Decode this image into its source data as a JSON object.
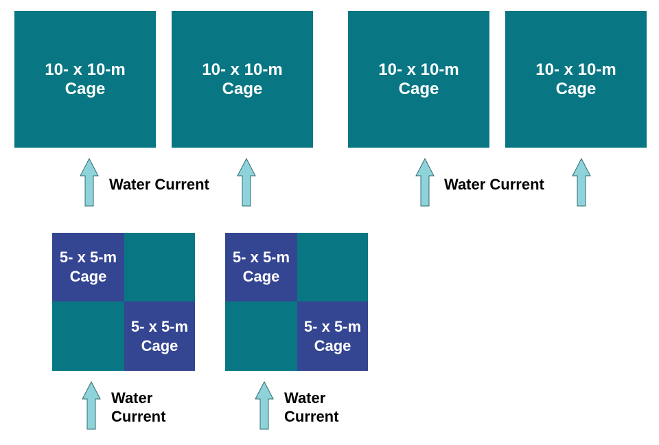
{
  "colors": {
    "large_cage": "#087783",
    "small_cage": "#344592",
    "arrow_fill": "#8fd3da",
    "arrow_stroke": "#2f6b70",
    "text_on_cage": "#ffffff",
    "label_text": "#000000"
  },
  "top_groups": [
    {
      "cages": [
        {
          "line1": "10- x 10-m",
          "line2": "Cage"
        },
        {
          "line1": "10- x 10-m",
          "line2": "Cage"
        }
      ],
      "current_label": "Water Current"
    },
    {
      "cages": [
        {
          "line1": "10- x 10-m",
          "line2": "Cage"
        },
        {
          "line1": "10- x 10-m",
          "line2": "Cage"
        }
      ],
      "current_label": "Water Current"
    }
  ],
  "bottom_groups": [
    {
      "cells": [
        {
          "line1": "5- x 5-m",
          "line2": "Cage"
        },
        {
          "line1": "",
          "line2": ""
        },
        {
          "line1": "",
          "line2": ""
        },
        {
          "line1": "5- x 5-m",
          "line2": "Cage"
        }
      ],
      "current_label_line1": "Water",
      "current_label_line2": "Current"
    },
    {
      "cells": [
        {
          "line1": "5- x 5-m",
          "line2": "Cage"
        },
        {
          "line1": "",
          "line2": ""
        },
        {
          "line1": "",
          "line2": ""
        },
        {
          "line1": "5- x 5-m",
          "line2": "Cage"
        }
      ],
      "current_label_line1": "Water",
      "current_label_line2": "Current"
    }
  ]
}
